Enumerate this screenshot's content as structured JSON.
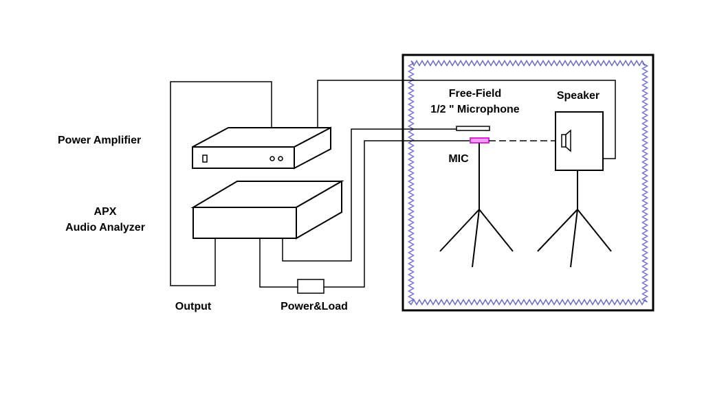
{
  "labels": {
    "power_amplifier": "Power Amplifier",
    "apx_line1": "APX",
    "apx_line2": "Audio Analyzer",
    "output": "Output",
    "power_load": "Power&Load",
    "free_field_line1": "Free-Field",
    "free_field_line2": "1/2 \" Microphone",
    "speaker": "Speaker",
    "mic": "MIC"
  },
  "colors": {
    "line": "#000000",
    "chamber_wave": "#6b6bc9",
    "mic_highlight": "#e020e0",
    "background": "#ffffff"
  }
}
